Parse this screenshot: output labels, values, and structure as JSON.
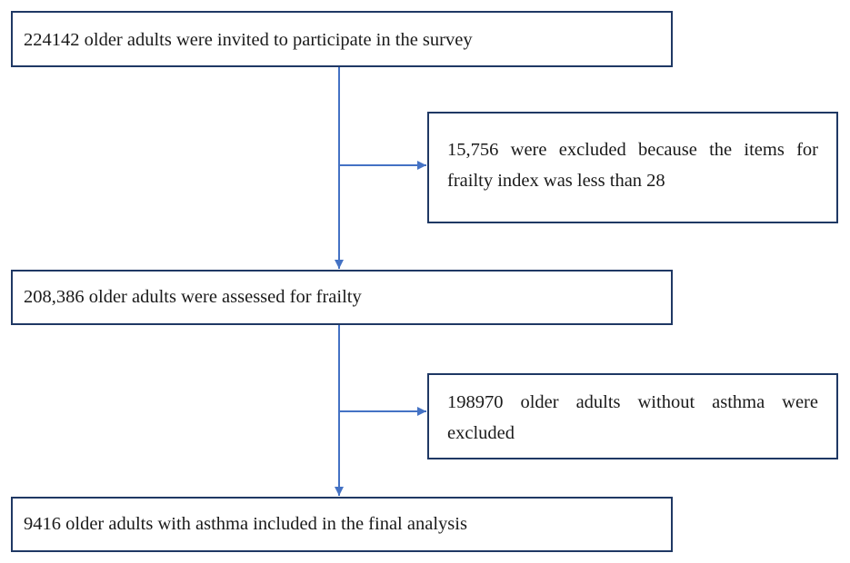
{
  "flowchart": {
    "steps": [
      {
        "label": "224142 older adults were invited to participate in the survey"
      },
      {
        "label": "208,386 older adults were assessed for frailty"
      },
      {
        "label": "9416 older adults with asthma included in the final analysis"
      }
    ],
    "exclusions": [
      {
        "label": "15,756 were excluded because the items for frailty index was less than 28"
      },
      {
        "label": "198970 older adults without asthma were excluded"
      }
    ]
  },
  "colors": {
    "box_border": "#1f3864",
    "arrow": "#4472c4"
  }
}
